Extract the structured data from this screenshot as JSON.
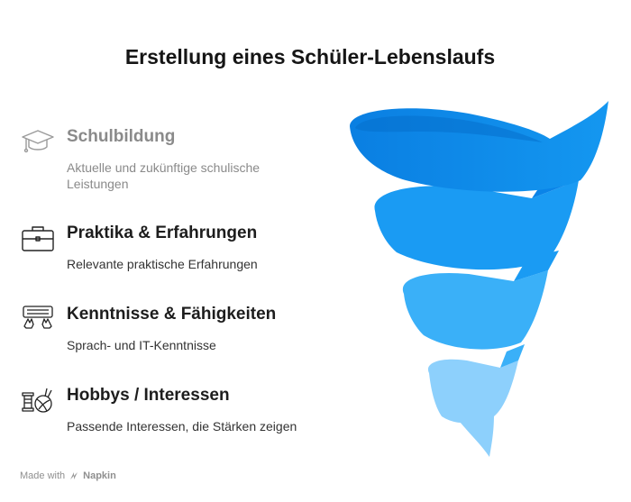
{
  "title": "Erstellung eines Schüler-Lebenslaufs",
  "items": [
    {
      "heading": "Schulbildung",
      "description": "Aktuelle und zukünftige schulische Leistungen",
      "icon": "graduation-cap-icon"
    },
    {
      "heading": "Praktika & Erfahrungen",
      "description": "Relevante praktische Erfahrungen",
      "icon": "briefcase-icon"
    },
    {
      "heading": "Kenntnisse & Fähigkeiten",
      "description": "Sprach- und IT-Kenntnisse",
      "icon": "keyboard-hands-icon"
    },
    {
      "heading": "Hobbys / Interessen",
      "description": "Passende Interessen, die Stärken zeigen",
      "icon": "yarn-spool-icon"
    }
  ],
  "colors": {
    "ring_1": "#0a84e8",
    "ring_2": "#1a9bf3",
    "ring_3": "#3ab0f8",
    "ring_4": "#8dd0fc",
    "faded_text": "#8a8a8a"
  },
  "footer": {
    "prefix": "Made with",
    "brand": "Napkin"
  }
}
